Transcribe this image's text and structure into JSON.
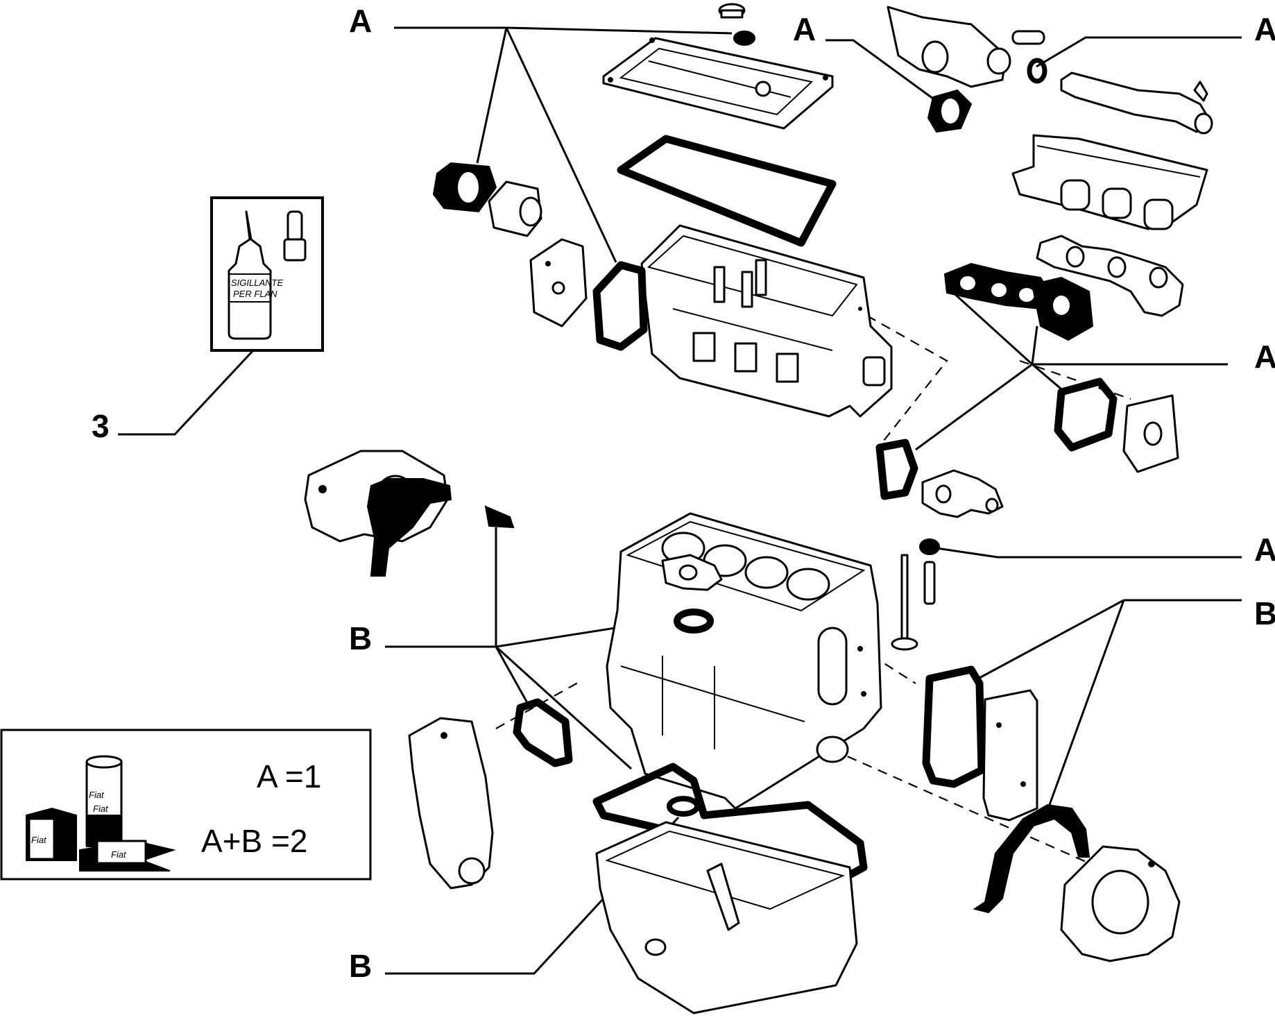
{
  "callouts": {
    "a1": "A",
    "a2": "A",
    "a3": "A",
    "a4": "A",
    "a5": "A",
    "b1": "B",
    "b2": "B",
    "b3": "B",
    "item3": "3"
  },
  "sealant_box": {
    "bottle_label_line1": "SIGILLANTE",
    "bottle_label_line2": "PER FLAN"
  },
  "legend": {
    "row1": "A =1",
    "row2": "A+B =2",
    "brand_1": "Fiat",
    "brand_2": "Fiat",
    "brand_3": "Fiat",
    "brand_4": "Fiat"
  }
}
